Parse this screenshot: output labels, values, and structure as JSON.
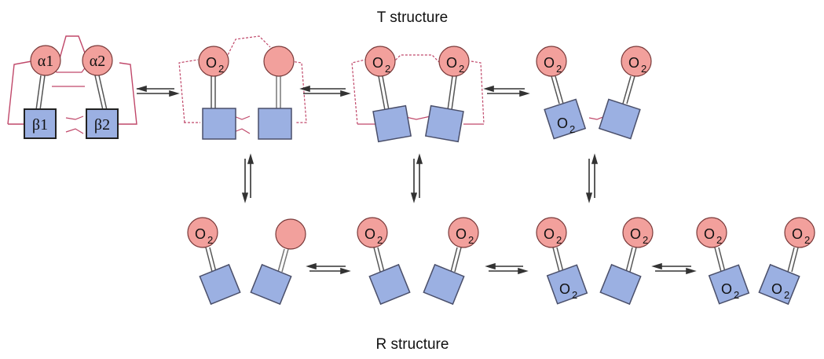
{
  "diagram": {
    "top_title": "T structure",
    "bottom_title": "R structure",
    "subunit_labels": {
      "alpha1": "α1",
      "alpha2": "α2",
      "beta1": "β1",
      "beta2": "β2"
    },
    "o2_label": "O2"
  },
  "colors": {
    "alpha_fill": "#F2A09C",
    "alpha_stroke": "#7A3A3A",
    "beta_fill": "#9BB0E2",
    "beta_stroke": "#4A4F6A",
    "salt_bridge": "#C0486A",
    "arrow": "#333333",
    "text": "#111111"
  }
}
